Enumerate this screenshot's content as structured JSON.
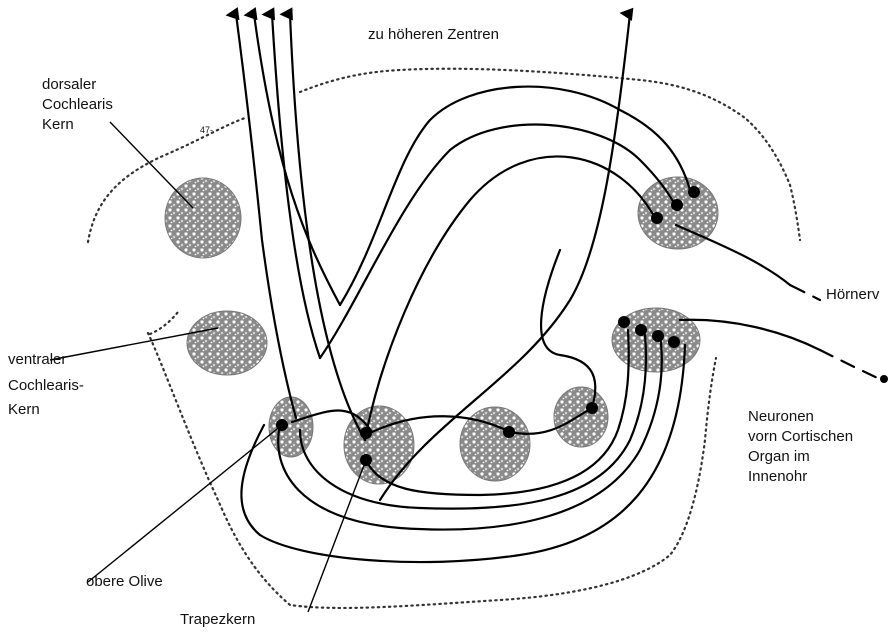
{
  "diagram": {
    "colors": {
      "line": "#000000",
      "nucleus_fill": "#8a8a8a",
      "background": "#ffffff"
    },
    "labels": {
      "top": "zu höheren Zentren",
      "dorsal_line1": "dorsaler",
      "dorsal_line2": "Cochlearis",
      "dorsal_line3": "Kern",
      "ventral_line1": "ventraler",
      "ventral_line2": "Cochlearis-",
      "ventral_line3": "Kern",
      "hoernerv": "Hörnerv",
      "neuronen_line1": "Neuronen",
      "neuronen_line2": "vorn Cortischen",
      "neuronen_line3": "Organ im",
      "neuronen_line4": "Innenohr",
      "obere_olive": "obere Olive",
      "trapezkern": "Trapezkern",
      "marker": "47-"
    }
  }
}
